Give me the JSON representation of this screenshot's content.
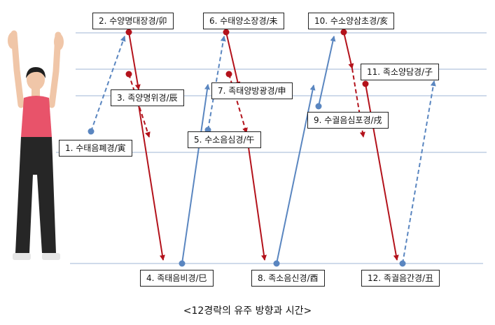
{
  "caption": "<12경락의 유주 방향과 시간>",
  "colors": {
    "yin_channel": "#5a86c0",
    "yang_channel": "#b3121b",
    "guide_line": "#9fb5d4",
    "label_border": "#222222"
  },
  "figure": {
    "icon": "person-arms-raised-icon"
  },
  "meridians": [
    {
      "label": "1. 수태음폐경/寅",
      "type": "yin"
    },
    {
      "label": "2. 수양명대장경/卯",
      "type": "yang"
    },
    {
      "label": "3. 족양명위경/辰",
      "type": "yang"
    },
    {
      "label": "4. 족태음비경/巳",
      "type": "yin"
    },
    {
      "label": "5. 수소음심경/午",
      "type": "yin"
    },
    {
      "label": "6. 수태양소장경/未",
      "type": "yang"
    },
    {
      "label": "7. 족태양방광경/申",
      "type": "yang"
    },
    {
      "label": "8. 족소음신경/酉",
      "type": "yin"
    },
    {
      "label": "9. 수궐음심포경/戌",
      "type": "yin"
    },
    {
      "label": "10. 수소양삼초경/亥",
      "type": "yang"
    },
    {
      "label": "11. 족소양담경/子",
      "type": "yang"
    },
    {
      "label": "12. 족궐음간경/丑",
      "type": "yin"
    }
  ]
}
